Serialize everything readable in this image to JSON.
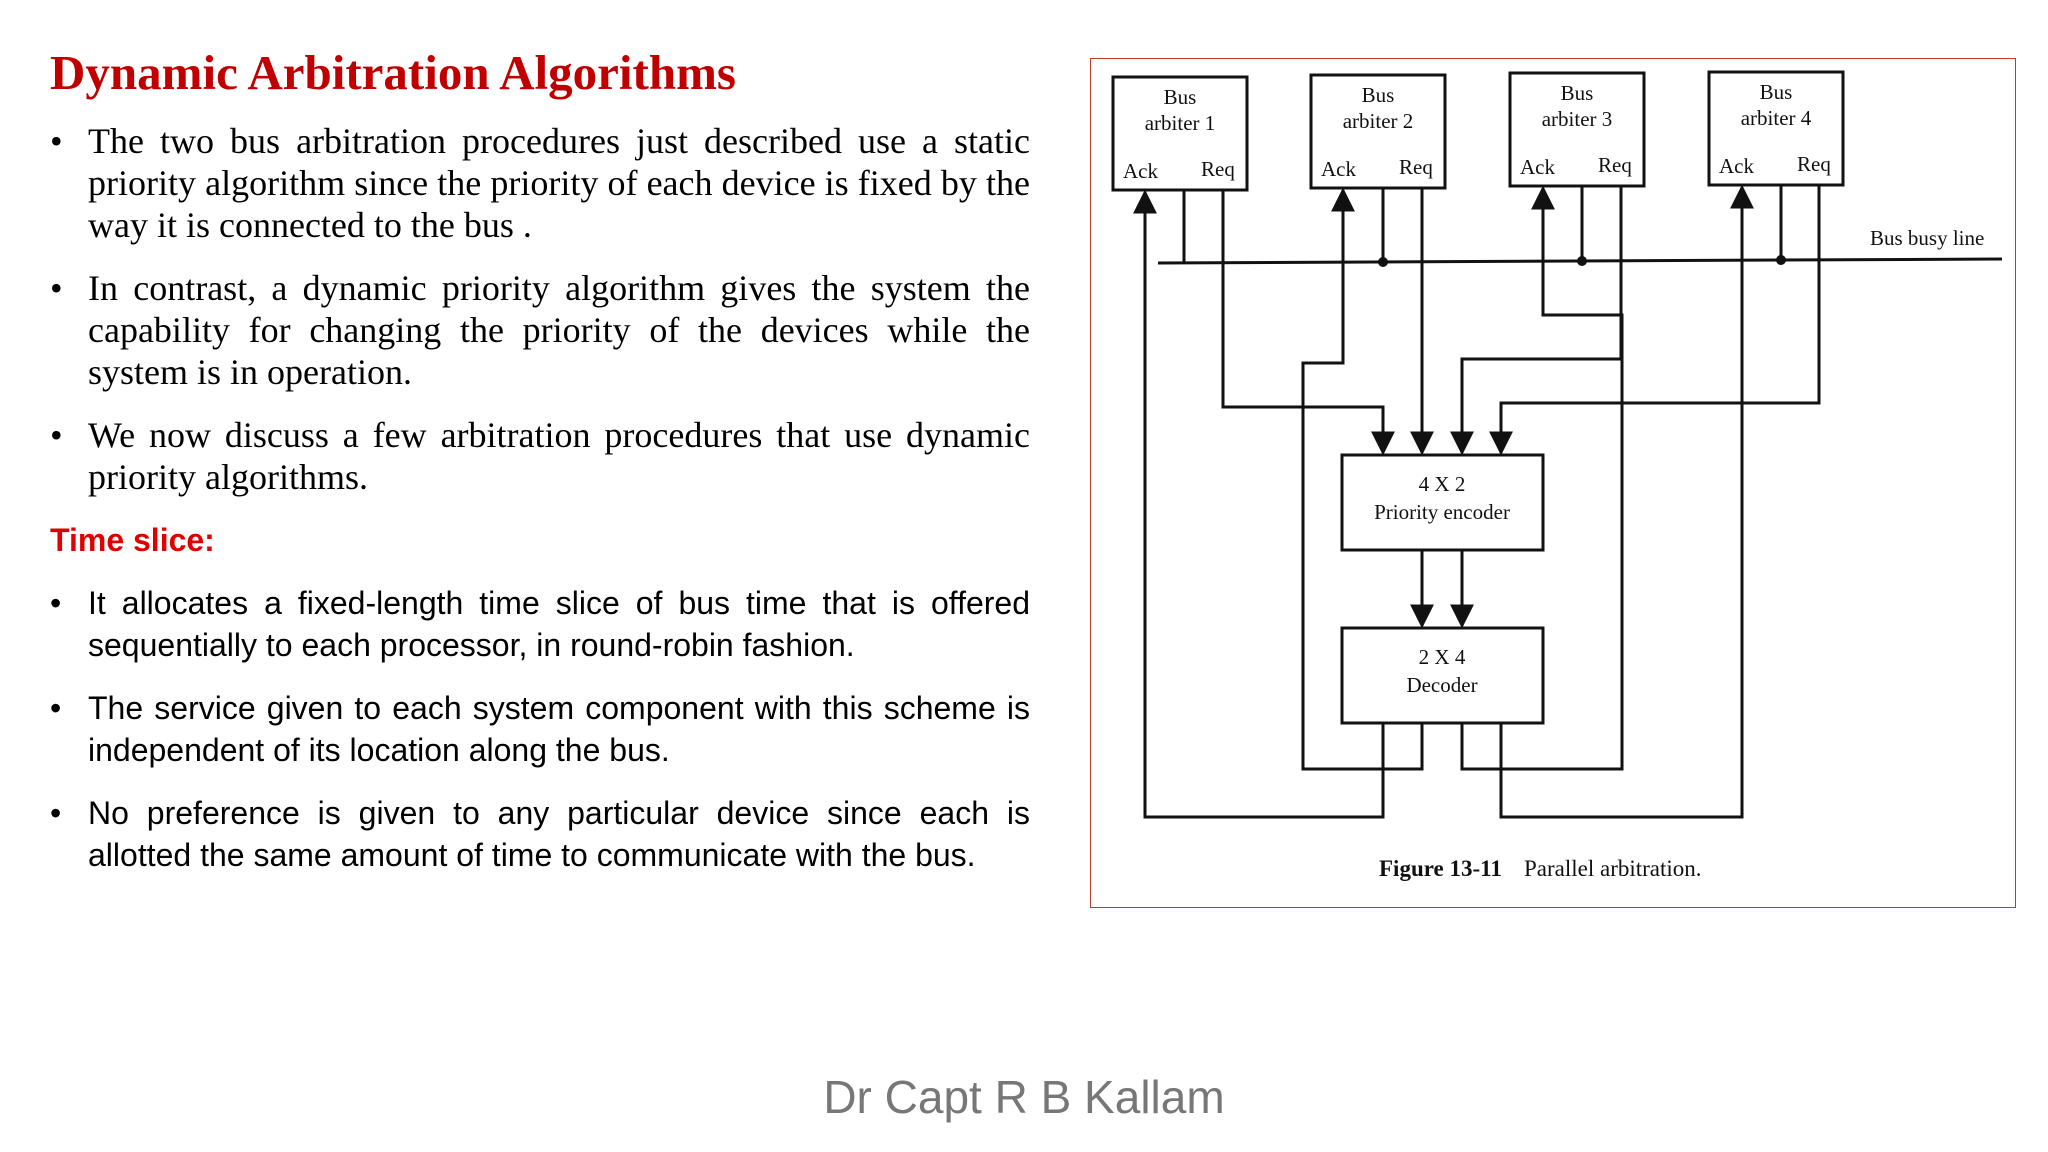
{
  "slide": {
    "title": "Dynamic Arbitration Algorithms",
    "bullets_static": [
      "The two bus arbitration procedures just described use a static priority algorithm since the priority of each device is fixed by the way it is connected to the bus .",
      "In contrast, a dynamic priority algorithm gives the system the capability for changing the priority of the devices while the system is in operation.",
      "We now discuss a few arbitration procedures that use dynamic priority algorithms."
    ],
    "section_label": "Time slice:",
    "bullets_time_slice": [
      "It allocates a fixed-length time slice of bus time that is offered sequentially to each processor, in round-robin fashion.",
      "The service given to each system component with this scheme is independent of its location along the bus.",
      "No preference is given to any particular device since each is allotted the same amount of time to communicate with the bus."
    ],
    "bullet_symbol": "•",
    "footer": "Dr Capt R B Kallam"
  },
  "colors": {
    "title": "#c00000",
    "section_label": "#e00000",
    "figure_border": "#c0392b",
    "footer": "#777777"
  },
  "figure": {
    "arbiters": [
      {
        "line1": "Bus",
        "line2": "arbiter 1",
        "ack": "Ack",
        "req": "Req"
      },
      {
        "line1": "Bus",
        "line2": "arbiter 2",
        "ack": "Ack",
        "req": "Req"
      },
      {
        "line1": "Bus",
        "line2": "arbiter 3",
        "ack": "Ack",
        "req": "Req"
      },
      {
        "line1": "Bus",
        "line2": "arbiter 4",
        "ack": "Ack",
        "req": "Req"
      }
    ],
    "bus_busy_label": "Bus busy line",
    "encoder": {
      "line1": "4 X 2",
      "line2": "Priority encoder"
    },
    "decoder": {
      "line1": "2 X 4",
      "line2": "Decoder"
    },
    "caption_number": "Figure 13-11",
    "caption_text": "Parallel arbitration."
  }
}
